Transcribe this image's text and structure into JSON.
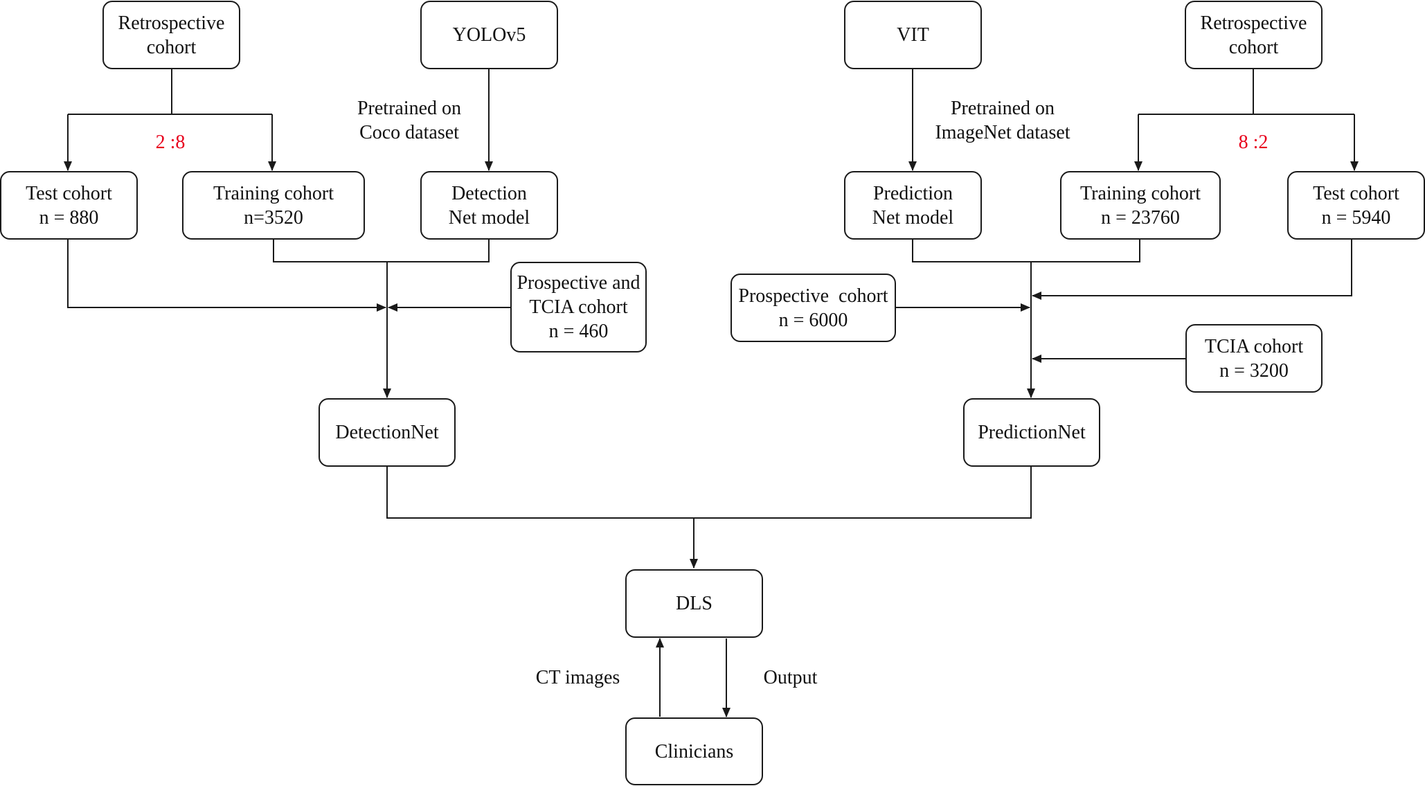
{
  "colors": {
    "line": "#1a1a1a",
    "ratio": "#e8001c"
  },
  "left": {
    "retrospective": [
      "Retrospective",
      "cohort"
    ],
    "yolo": "YOLOv5",
    "pretrained_note": [
      "Pretrained on",
      "Coco dataset"
    ],
    "ratio": "2 :8",
    "test": [
      "Test cohort",
      "n = 880"
    ],
    "training": [
      "Training cohort",
      "n=3520"
    ],
    "detection_model": [
      "Detection",
      "Net model"
    ],
    "prospective_tcia": [
      "Prospective and",
      "TCIA cohort",
      "n = 460"
    ],
    "net": "DetectionNet"
  },
  "right": {
    "vit": "VIT",
    "retrospective": [
      "Retrospective",
      "cohort"
    ],
    "pretrained_note": [
      "Pretrained on",
      "ImageNet dataset"
    ],
    "ratio": "8 :2",
    "prediction_model": [
      "Prediction",
      "Net model"
    ],
    "training": [
      "Training cohort",
      "n = 23760"
    ],
    "test": [
      "Test cohort",
      "n = 5940"
    ],
    "prospective": [
      "Prospective  cohort",
      "n = 6000"
    ],
    "tcia": [
      "TCIA cohort",
      "n = 3200"
    ],
    "net": "PredictionNet"
  },
  "bottom": {
    "dls": "DLS",
    "clinicians": "Clinicians",
    "ct_images": "CT images",
    "output": "Output"
  }
}
